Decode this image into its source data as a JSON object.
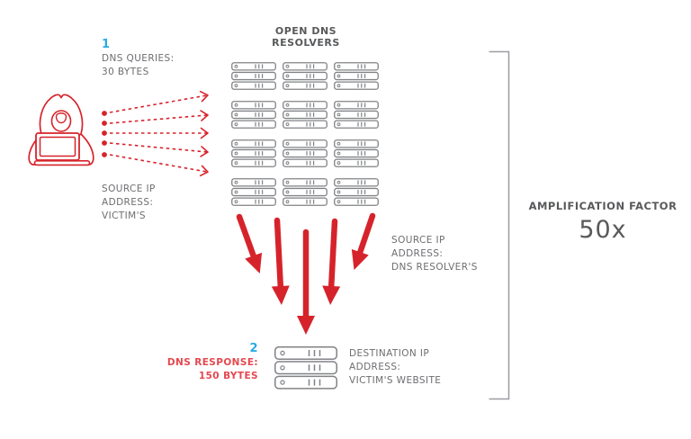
{
  "diagram": {
    "title": "OPEN DNS\nRESOLVERS",
    "step1": {
      "number": "1",
      "label": "DNS QUERIES:\n30 BYTES"
    },
    "attacker_note": "SOURCE IP\nADDRESS:\nVICTIM'S",
    "resolver_note": "SOURCE IP\nADDRESS:\nDNS RESOLVER'S",
    "step2": {
      "number": "2",
      "label": "DNS RESPONSE:\n150 BYTES"
    },
    "target_note": "DESTINATION IP\nADDRESS:\nVICTIM'S WEBSITE",
    "amplification": {
      "label": "AMPLIFICATION FACTOR",
      "value": "50x"
    }
  },
  "icons": {
    "attacker": "hacker-laptop-icon",
    "resolver": "dns-server-icon",
    "target": "victim-server-stack-icon"
  },
  "resolver_grid": {
    "columns": 3,
    "row_groups": 4,
    "servers_per_group": 3
  },
  "target_stack": {
    "servers": 3
  },
  "query_arrows": 5,
  "response_arrows": 5,
  "colors": {
    "red": "#D6232B",
    "red_text": "#E54850",
    "blue": "#29ABE2",
    "label_gray": "#6D6E71",
    "dark_gray": "#58595B",
    "server_gray": "#808285",
    "bracket_gray": "#9B9DA1"
  }
}
